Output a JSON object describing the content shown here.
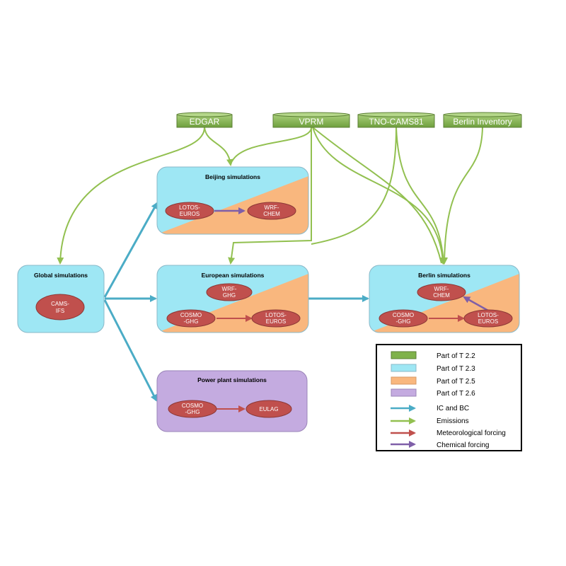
{
  "sources": {
    "edgar": "EDGAR",
    "vprm": "VPRM",
    "tno": "TNO-CAMS81",
    "berlin_inventory": "Berlin Inventory"
  },
  "boxes": {
    "global": {
      "title": "Global simulations",
      "models": [
        {
          "line1": "CAMS-",
          "line2": "IFS"
        }
      ]
    },
    "beijing": {
      "title": "Beijing simulations",
      "models": [
        {
          "line1": "LOTOS-",
          "line2": "EUROS"
        },
        {
          "line1": "WRF-",
          "line2": "CHEM"
        }
      ]
    },
    "european": {
      "title": "European simulations",
      "models": [
        {
          "line1": "WRF-",
          "line2": "GHG"
        },
        {
          "line1": "COSMO",
          "line2": "-GHG"
        },
        {
          "line1": "LOTOS-",
          "line2": "EUROS"
        }
      ]
    },
    "berlin": {
      "title": "Berlin simulations",
      "models": [
        {
          "line1": "WRF-",
          "line2": "CHEM"
        },
        {
          "line1": "COSMO",
          "line2": "-GHG"
        },
        {
          "line1": "LOTOS-",
          "line2": "EUROS"
        }
      ]
    },
    "power_plant": {
      "title": "Power plant simulations",
      "models": [
        {
          "line1": "COSMO",
          "line2": "-GHG"
        },
        {
          "line1": "EULAG",
          "line2": ""
        }
      ]
    }
  },
  "legend": {
    "items": [
      {
        "label": "Part of T 2.2",
        "color": "#7fb24a"
      },
      {
        "label": "Part of T 2.3",
        "color": "#9ee7f4"
      },
      {
        "label": "Part of T 2.5",
        "color": "#f9b77e"
      },
      {
        "label": "Part of T 2.6",
        "color": "#c4abe0"
      }
    ],
    "arrows": [
      {
        "label": "IC and BC",
        "color": "#4bacc6"
      },
      {
        "label": "Emissions",
        "color": "#92c050"
      },
      {
        "label": "Meteorological forcing",
        "color": "#c0504d"
      },
      {
        "label": "Chemical forcing",
        "color": "#7f5fa8"
      }
    ]
  },
  "colors": {
    "source_fill": "#7fb24a",
    "t23": "#9ee7f4",
    "t25": "#f9b77e",
    "t26": "#c4abe0",
    "model_fill": "#c0504d",
    "ic_bc": "#4bacc6",
    "emissions": "#92c050",
    "met": "#c0504d",
    "chem": "#7f5fa8"
  }
}
